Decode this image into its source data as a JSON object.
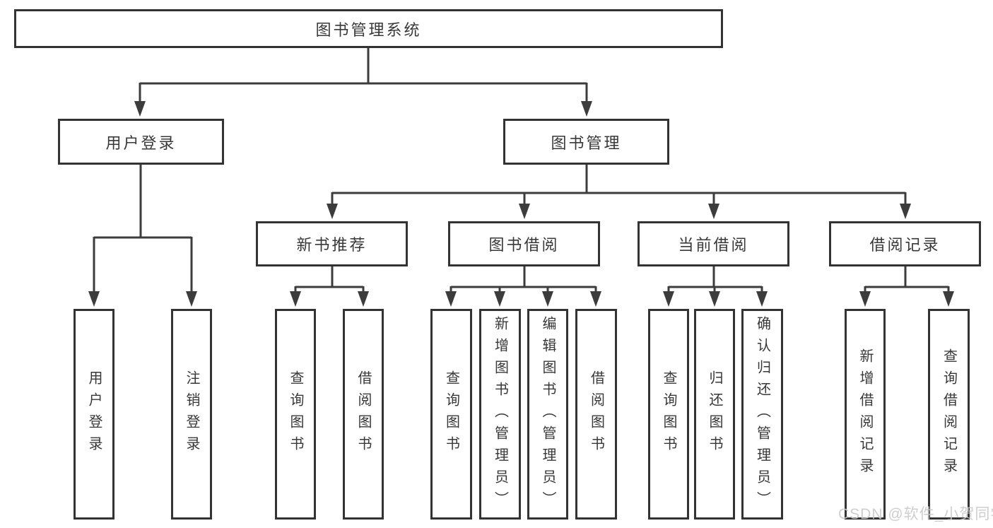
{
  "diagram": {
    "root": {
      "label": "图书管理系统"
    },
    "level2": [
      {
        "label": "用户登录"
      },
      {
        "label": "图书管理"
      }
    ],
    "level3": [
      {
        "label": "新书推荐",
        "parent": "图书管理"
      },
      {
        "label": "图书借阅",
        "parent": "图书管理"
      },
      {
        "label": "当前借阅",
        "parent": "图书管理"
      },
      {
        "label": "借阅记录",
        "parent": "图书管理"
      }
    ],
    "leaves": [
      {
        "label": "用户登录",
        "parent": "用户登录"
      },
      {
        "label": "注销登录",
        "parent": "用户登录"
      },
      {
        "label": "查询图书",
        "parent": "新书推荐"
      },
      {
        "label": "借阅图书",
        "parent": "新书推荐"
      },
      {
        "label": "查询图书",
        "parent": "图书借阅"
      },
      {
        "label": "新增图书（管理员）",
        "parent": "图书借阅"
      },
      {
        "label": "编辑图书（管理员）",
        "parent": "图书借阅"
      },
      {
        "label": "借阅图书",
        "parent": "图书借阅"
      },
      {
        "label": "查询图书",
        "parent": "当前借阅"
      },
      {
        "label": "归还图书",
        "parent": "当前借阅"
      },
      {
        "label": "确认归还（管理员）",
        "parent": "当前借阅"
      },
      {
        "label": "新增借阅记录",
        "parent": "借阅记录"
      },
      {
        "label": "查询借阅记录",
        "parent": "借阅记录"
      }
    ]
  },
  "watermark": {
    "text": "CSDN @软件_小贺同学"
  },
  "colors": {
    "line": "#3c3c3c",
    "border": "#333333",
    "text": "#383838",
    "watermark": "#c9c9c9",
    "background": "#ffffff"
  }
}
